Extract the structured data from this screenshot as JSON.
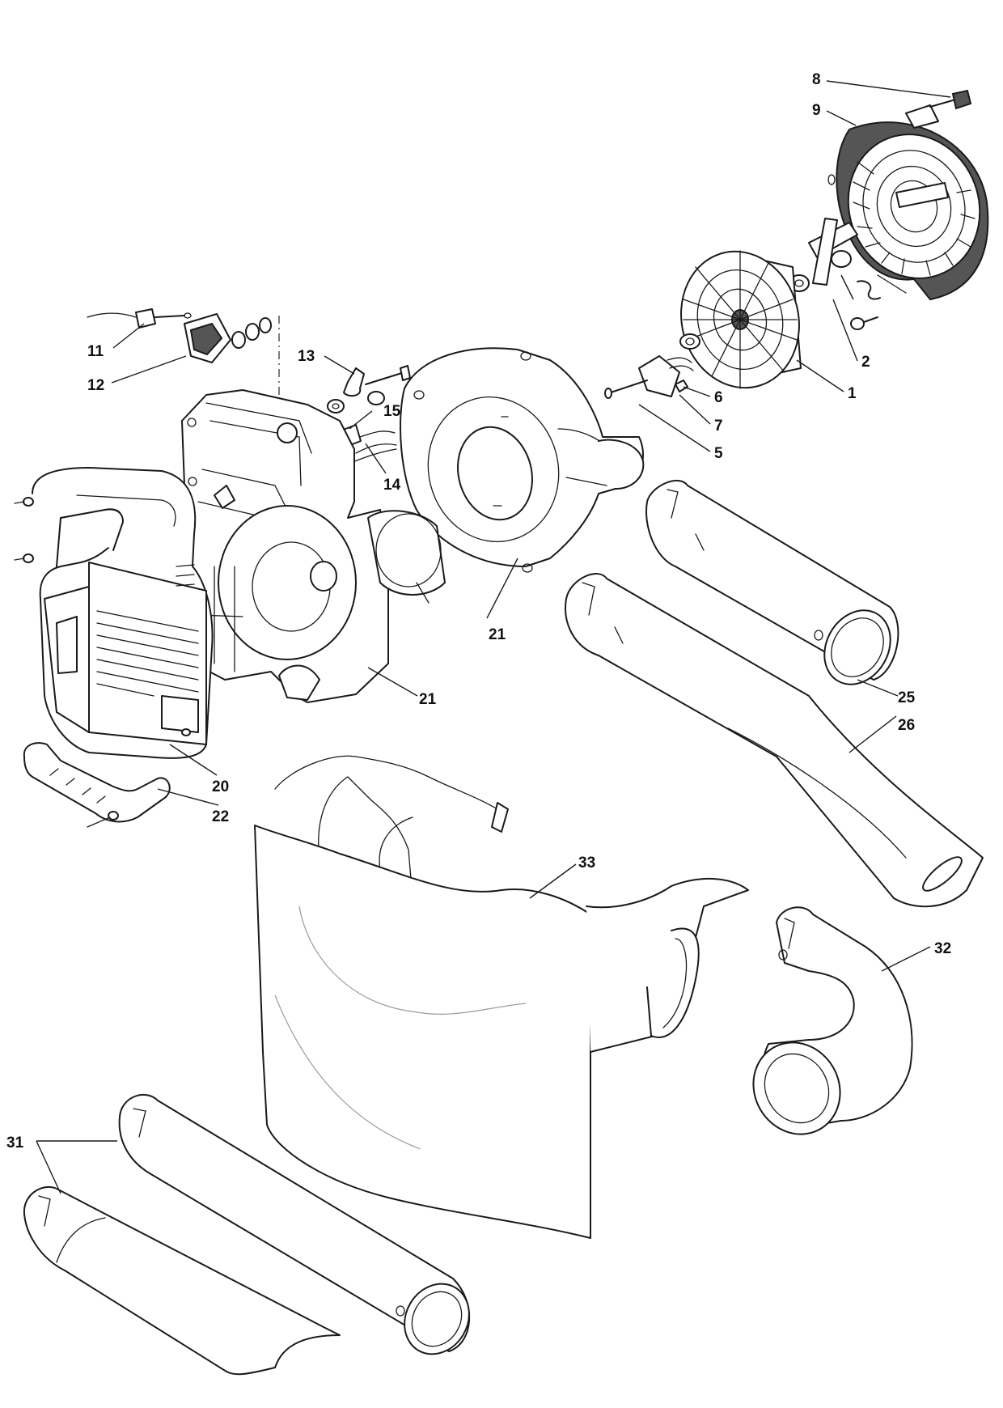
{
  "diagram": {
    "callouts": {
      "c8": "8",
      "c9": "9",
      "c2": "2",
      "c1": "1",
      "c6": "6",
      "c7": "7",
      "c5": "5",
      "c13": "13",
      "c15": "15",
      "c14": "14",
      "c11": "11",
      "c12": "12",
      "c21a": "21",
      "c21b": "21",
      "c25": "25",
      "c26": "26",
      "c20": "20",
      "c22": "22",
      "c33": "33",
      "c32": "32",
      "c31": "31"
    }
  }
}
